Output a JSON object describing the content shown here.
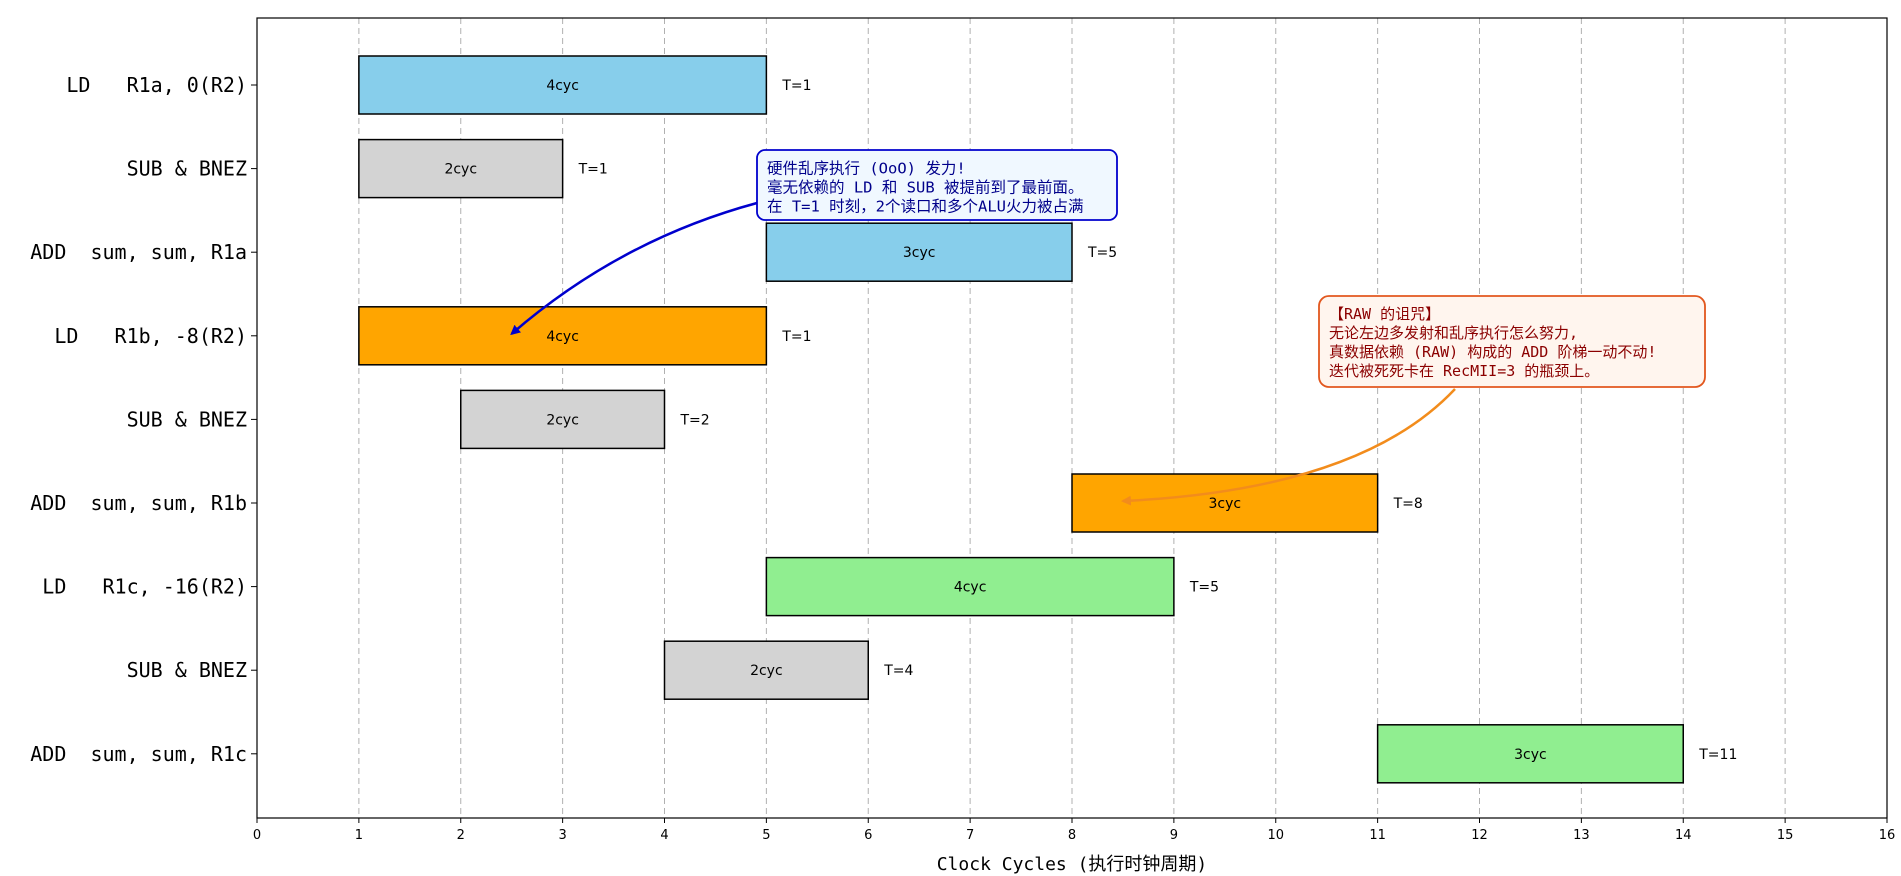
{
  "chart_data": {
    "type": "bar",
    "orientation": "horizontal",
    "subtype": "gantt",
    "xlabel": "Clock Cycles (执行时钟周期)",
    "ylabel": "",
    "title": "",
    "xlim": [
      0,
      16
    ],
    "xticks": [
      0,
      1,
      2,
      3,
      4,
      5,
      6,
      7,
      8,
      9,
      10,
      11,
      12,
      13,
      14,
      15,
      16
    ],
    "grid": "x-dashed",
    "legend": "none",
    "rows": [
      {
        "label": "LD   R1a, 0(R2)",
        "start": 1,
        "duration": 4,
        "bar_label": "4cyc",
        "side_label": "T=1",
        "color": "#87CEEB"
      },
      {
        "label": "SUB & BNEZ",
        "start": 1,
        "duration": 2,
        "bar_label": "2cyc",
        "side_label": "T=1",
        "color": "#D3D3D3"
      },
      {
        "label": "ADD  sum, sum, R1a",
        "start": 5,
        "duration": 3,
        "bar_label": "3cyc",
        "side_label": "T=5",
        "color": "#87CEEB"
      },
      {
        "label": "LD   R1b, -8(R2)",
        "start": 1,
        "duration": 4,
        "bar_label": "4cyc",
        "side_label": "T=1",
        "color": "#FFA500"
      },
      {
        "label": "SUB & BNEZ",
        "start": 2,
        "duration": 2,
        "bar_label": "2cyc",
        "side_label": "T=2",
        "color": "#D3D3D3"
      },
      {
        "label": "ADD  sum, sum, R1b",
        "start": 8,
        "duration": 3,
        "bar_label": "3cyc",
        "side_label": "T=8",
        "color": "#FFA500"
      },
      {
        "label": "LD   R1c, -16(R2)",
        "start": 5,
        "duration": 4,
        "bar_label": "4cyc",
        "side_label": "T=5",
        "color": "#90EE90"
      },
      {
        "label": "SUB & BNEZ",
        "start": 4,
        "duration": 2,
        "bar_label": "2cyc",
        "side_label": "T=4",
        "color": "#D3D3D3"
      },
      {
        "label": "ADD  sum, sum, R1c",
        "start": 11,
        "duration": 3,
        "bar_label": "3cyc",
        "side_label": "T=11",
        "color": "#90EE90"
      }
    ],
    "annotations": [
      {
        "lines": [
          "硬件乱序执行 (OoO) 发力!",
          "毫无依赖的 LD 和 SUB 被提前到了最前面。",
          "在 T=1 时刻，2个读口和多个ALU火力被占满"
        ],
        "text_color": "#00008B",
        "border_color": "#0000CD",
        "fill_color": "#F0F8FF",
        "arrow_color": "#0000CD",
        "arrow_target": {
          "x": 2.5,
          "row": 3
        }
      },
      {
        "lines": [
          "【RAW 的诅咒】",
          "无论左边多发射和乱序执行怎么努力,",
          "真数据依赖 (RAW) 构成的 ADD 阶梯一动不动!",
          "迭代被死死卡在 RecMII=3 的瓶颈上。"
        ],
        "text_color": "#8B0000",
        "border_color": "#E2571E",
        "fill_color": "#FFF5EE",
        "arrow_color": "#F28C1C",
        "arrow_target": {
          "x": 8.5,
          "row": 5
        }
      }
    ]
  }
}
